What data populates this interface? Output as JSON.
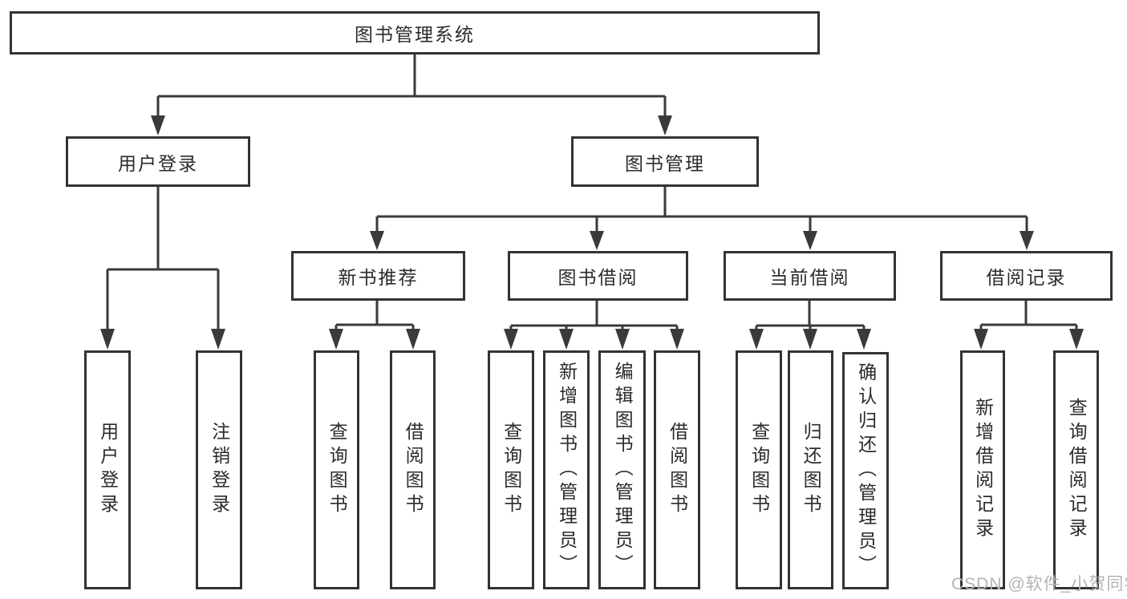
{
  "colors": {
    "bg": "#ffffff",
    "ink": "#2b2b2b",
    "line": "#3a3a3a",
    "box-border": "#333333",
    "watermark": "#b3b3b3"
  },
  "nodes": {
    "root": "图书管理系统",
    "user_login": "用户登录",
    "book_mgmt": "图书管理",
    "new_books": "新书推荐",
    "book_borrow": "图书借阅",
    "current_borrow": "当前借阅",
    "borrow_records": "借阅记录",
    "ul_login": "用户登录",
    "ul_logout": "注销登录",
    "nb_query": "查询图书",
    "nb_borrow": "借阅图书",
    "bb_query": "查询图书",
    "bb_add": "新增图书（管理员）",
    "bb_edit": "编辑图书（管理员）",
    "bb_borrow": "借阅图书",
    "cb_query": "查询图书",
    "cb_return": "归还图书",
    "cb_confirm": "确认归还（管理员）",
    "br_add": "新增借阅记录",
    "br_query": "查询借阅记录"
  },
  "watermark": "CSDN @软件_小贺同学"
}
